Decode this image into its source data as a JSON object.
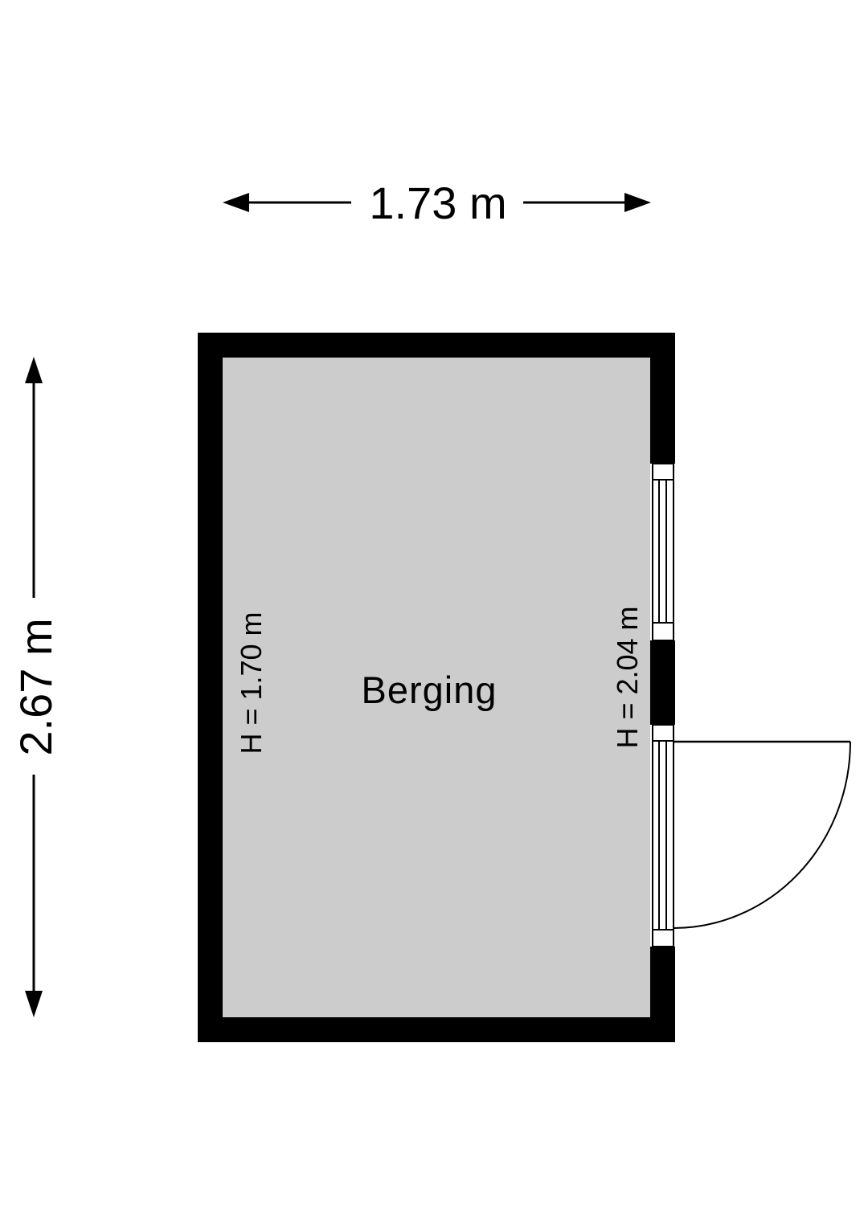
{
  "floorplan": {
    "room": {
      "name": "Berging",
      "fill_color": "#cccccc"
    },
    "dimensions": {
      "width_label": "1.73 m",
      "length_label": "2.67 m"
    },
    "ceiling_heights": {
      "left_label": "H = 1.70 m",
      "right_label": "H = 2.04 m"
    },
    "colors": {
      "wall": "#000000",
      "background": "#ffffff",
      "floor": "#cccccc",
      "lines": "#000000"
    },
    "openings": [
      {
        "type": "window",
        "wall": "right",
        "label": ""
      },
      {
        "type": "door",
        "wall": "right",
        "swing": "outward",
        "label": ""
      }
    ]
  }
}
